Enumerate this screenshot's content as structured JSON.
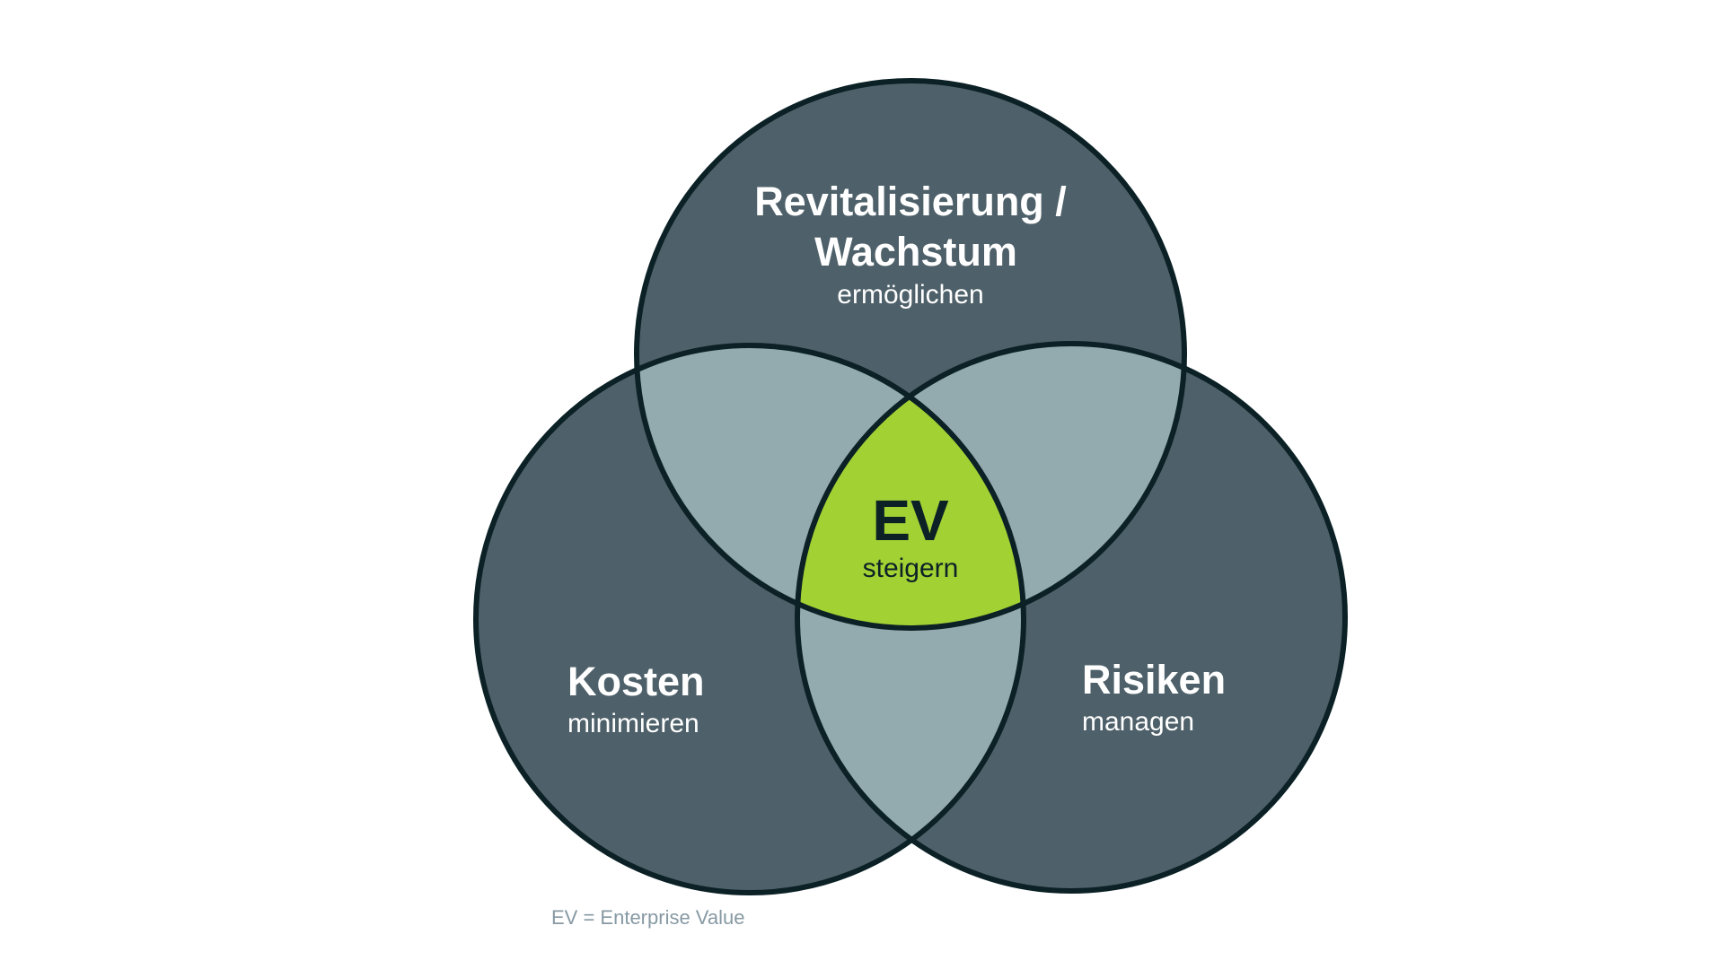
{
  "diagram": {
    "top": {
      "title_line1": "Revitalisierung /",
      "title_line2": "Wachstum",
      "subtitle": "ermöglichen"
    },
    "left": {
      "title": "Kosten",
      "subtitle": "minimieren"
    },
    "right": {
      "title": "Risiken",
      "subtitle": "managen"
    },
    "center": {
      "title": "EV",
      "subtitle": "steigern"
    },
    "footnote": "EV = Enterprise Value"
  },
  "colors": {
    "circle_fill": "#4e6069",
    "overlap_fill": "#93aaaf",
    "center_fill": "#a2d134",
    "outline": "#0b2126",
    "background": "#ffffff"
  }
}
